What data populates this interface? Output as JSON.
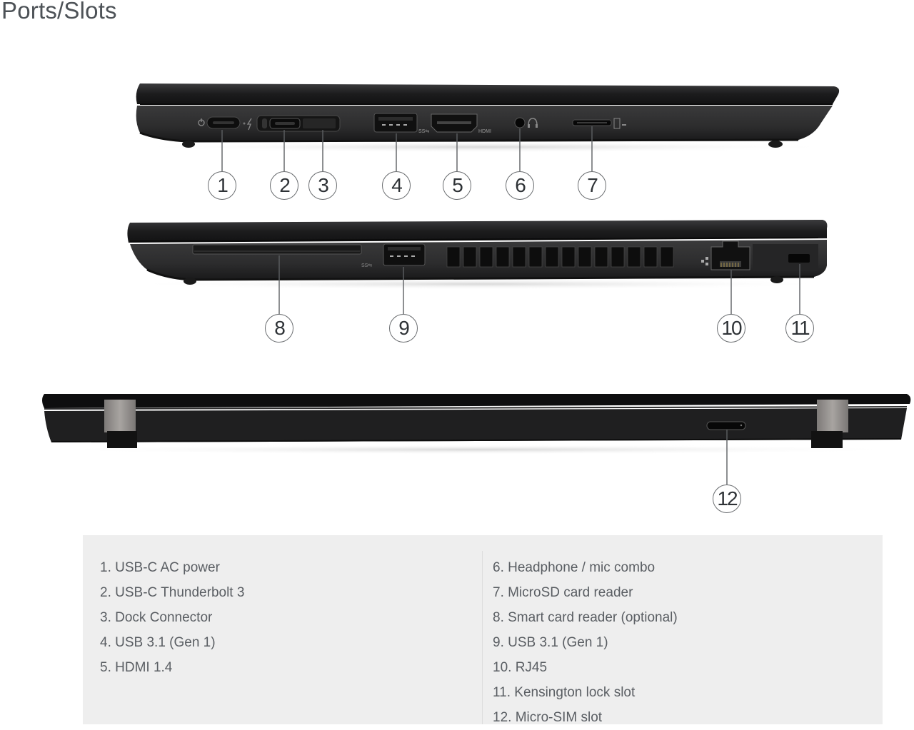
{
  "page": {
    "title": "Ports/Slots"
  },
  "views": [
    {
      "name": "left-side-view",
      "callouts": [
        "1",
        "2",
        "3",
        "4",
        "5",
        "6",
        "7"
      ]
    },
    {
      "name": "right-side-view",
      "callouts": [
        "8",
        "9",
        "10",
        "11"
      ]
    },
    {
      "name": "rear-view",
      "callouts": [
        "12"
      ]
    }
  ],
  "port_labels": {
    "usb_ss": "SS⇆",
    "hdmi": "HDMI"
  },
  "callouts": {
    "c1": "1",
    "c2": "2",
    "c3": "3",
    "c4": "4",
    "c5": "5",
    "c6": "6",
    "c7": "7",
    "c8": "8",
    "c9": "9",
    "c10": "10",
    "c11": "11",
    "c12": "12"
  },
  "legend": {
    "left": [
      "1. USB-C AC power",
      "2. USB-C Thunderbolt 3",
      "3. Dock Connector",
      "4. USB 3.1 (Gen 1)",
      "5. HDMI 1.4"
    ],
    "right": [
      "6. Headphone / mic combo",
      "7. MicroSD card reader",
      "8. Smart card reader (optional)",
      "9. USB 3.1 (Gen 1)",
      "10. RJ45",
      "11. Kensington lock slot",
      "12. Micro-SIM slot"
    ]
  },
  "colors": {
    "chassis": "#1f1f20",
    "chassis_edge": "#3a3a3c",
    "hinge": "#8e8a88",
    "legend_bg": "#eeeeee",
    "text": "#5a5e63"
  }
}
